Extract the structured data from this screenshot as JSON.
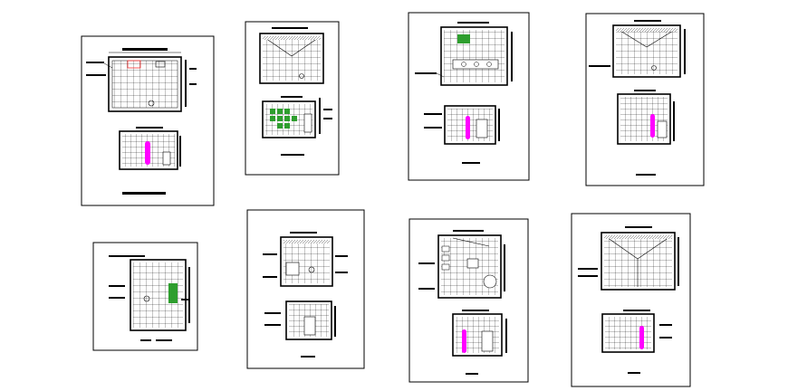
{
  "sheet": {
    "background": "#ffffff",
    "line_color": "#000000",
    "accent_colors": {
      "figure": "#ff00ff",
      "fixture_fill": "#2e9e2e",
      "tub_outline": "#ff3333",
      "hatch": "#bbbbbb"
    }
  },
  "drawings": [
    {
      "name": "sheet-1",
      "plan": "bath-plan-wide",
      "elevation": "elevation-with-figure"
    },
    {
      "name": "sheet-2",
      "plan": "plan-with-diagonals",
      "elevation": "elevation-green-tiles"
    },
    {
      "name": "sheet-3",
      "plan": "plan-with-green-fixture",
      "elevation": "elevation-with-figure"
    },
    {
      "name": "sheet-4",
      "plan": "plan-with-diagonals",
      "elevation": "elevation-with-figure"
    },
    {
      "name": "sheet-5",
      "plan": "tall-plan-green-fixture",
      "elevation": ""
    },
    {
      "name": "sheet-6",
      "plan": "plan-with-fixtures",
      "elevation": "elevation-with-fixtures"
    },
    {
      "name": "sheet-7",
      "plan": "plan-with-round-fixture",
      "elevation": "elevation-with-figure"
    },
    {
      "name": "sheet-8",
      "plan": "plan-with-diagonals",
      "elevation": "elevation-with-figure"
    }
  ]
}
